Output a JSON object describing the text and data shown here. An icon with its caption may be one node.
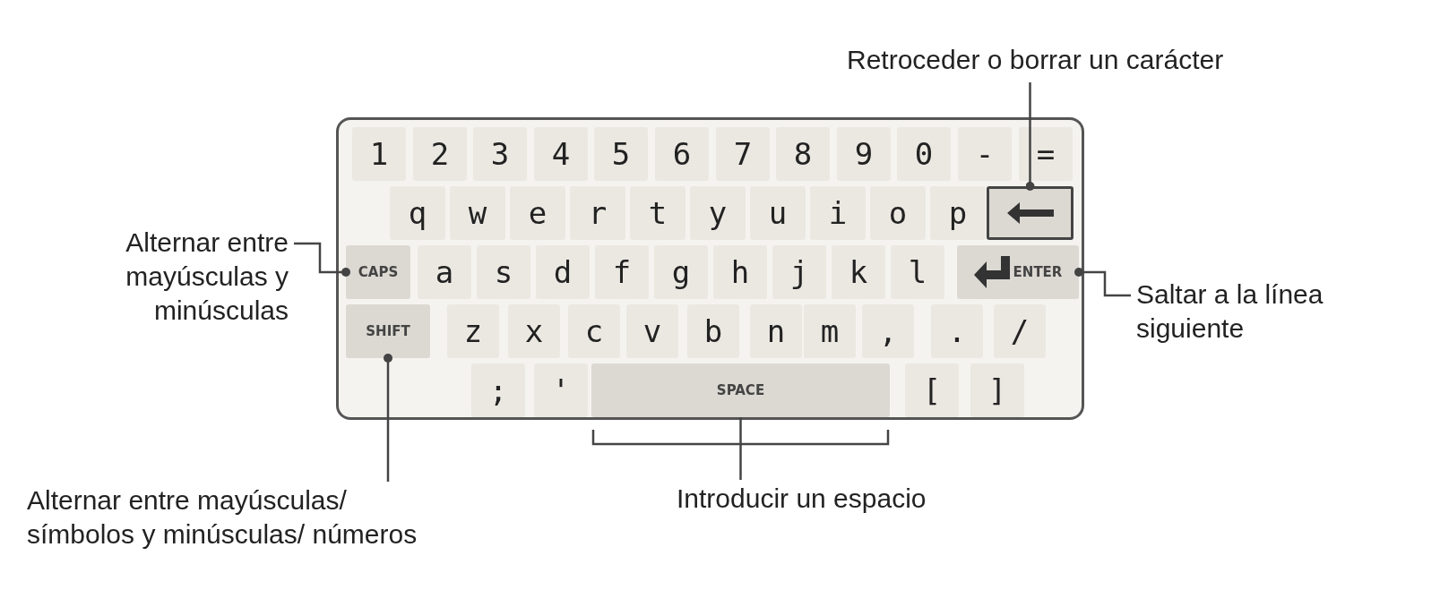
{
  "diagram": {
    "nodes": [
      {
        "text": [
          "Retroceder o borrar un carácter"
        ]
      },
      {
        "text": [],
        "shape": "box"
      },
      {
        "text": [
          "1"
        ],
        "in": 1
      },
      {
        "text": [
          "2"
        ],
        "in": 1
      },
      {
        "text": [
          "3"
        ],
        "in": 1
      },
      {
        "text": [
          "4"
        ],
        "in": 1
      },
      {
        "text": [
          "5"
        ],
        "in": 1
      },
      {
        "text": [
          "6"
        ],
        "in": 1
      },
      {
        "text": [
          "7"
        ],
        "in": 1
      },
      {
        "text": [
          "8"
        ],
        "in": 1
      },
      {
        "text": [
          "9"
        ],
        "in": 1
      },
      {
        "text": [
          "0"
        ],
        "in": 1
      },
      {
        "text": [
          "-"
        ],
        "in": 1
      },
      {
        "text": [
          "="
        ],
        "in": 1
      },
      {
        "text": [
          "q"
        ],
        "in": 1
      },
      {
        "text": [
          "w"
        ],
        "in": 1
      },
      {
        "text": [
          "e"
        ],
        "in": 1
      },
      {
        "text": [
          "r"
        ],
        "in": 1
      },
      {
        "text": [
          "t"
        ],
        "in": 1
      },
      {
        "text": [
          "y"
        ],
        "in": 1
      },
      {
        "text": [
          "u"
        ],
        "in": 1
      },
      {
        "text": [
          "i"
        ],
        "in": 1
      },
      {
        "text": [
          "o"
        ],
        "in": 1
      },
      {
        "text": [
          "p"
        ],
        "in": 1
      },
      {
        "text": [],
        "shape": "box",
        "in": 1
      },
      {
        "text": [
          "CAPS"
        ],
        "in": 1
      },
      {
        "text": [
          "a"
        ],
        "in": 1
      },
      {
        "text": [
          "s"
        ],
        "in": 1
      },
      {
        "text": [
          "d"
        ],
        "in": 1
      },
      {
        "text": [
          "f"
        ],
        "in": 1
      },
      {
        "text": [
          "g"
        ],
        "in": 1
      },
      {
        "text": [
          "h"
        ],
        "in": 1
      },
      {
        "text": [
          "j"
        ],
        "in": 1
      },
      {
        "text": [
          "k"
        ],
        "in": 1
      },
      {
        "text": [
          "l"
        ],
        "in": 1
      },
      {
        "text": [
          "ENTER"
        ],
        "in": 1
      },
      {
        "text": [
          "SHIFT"
        ],
        "in": 1
      },
      {
        "text": [
          "z"
        ],
        "in": 1
      },
      {
        "text": [
          "x"
        ],
        "in": 1
      },
      {
        "text": [
          "c"
        ],
        "in": 1
      },
      {
        "text": [
          "v"
        ],
        "in": 1
      },
      {
        "text": [
          "b"
        ],
        "in": 1
      },
      {
        "text": [
          "n"
        ],
        "in": 1
      },
      {
        "text": [
          "m"
        ],
        "in": 1
      },
      {
        "text": [
          ","
        ],
        "in": 1
      },
      {
        "text": [
          "."
        ],
        "in": 1
      },
      {
        "text": [
          "/"
        ],
        "in": 1
      },
      {
        "text": [
          ";"
        ],
        "in": 1
      },
      {
        "text": [
          "'"
        ],
        "in": 1
      },
      {
        "text": [
          "SPACE"
        ],
        "in": 1
      },
      {
        "text": [
          "["
        ],
        "in": 1
      },
      {
        "text": [
          "]"
        ],
        "in": 1
      },
      {
        "text": [
          "Alternar entre mayúsculas y minúsculas"
        ]
      },
      {
        "text": [
          "Saltar a la línea siguiente"
        ]
      },
      {
        "text": [
          "Alternar entre mayúsculas/ símbolos y minúsculas/ números"
        ]
      },
      {
        "text": [
          "Introducir un espacio"
        ]
      }
    ],
    "edges": [
      {
        "from": 0,
        "to": 24,
        "arrow": "other"
      },
      {
        "from": 52,
        "to": 25,
        "arrow": "other"
      },
      {
        "from": 53,
        "to": 35,
        "arrow": "other"
      },
      {
        "from": 54,
        "to": 36,
        "arrow": "other"
      },
      {
        "from": 55,
        "to": 49,
        "arrow": "none"
      }
    ]
  }
}
